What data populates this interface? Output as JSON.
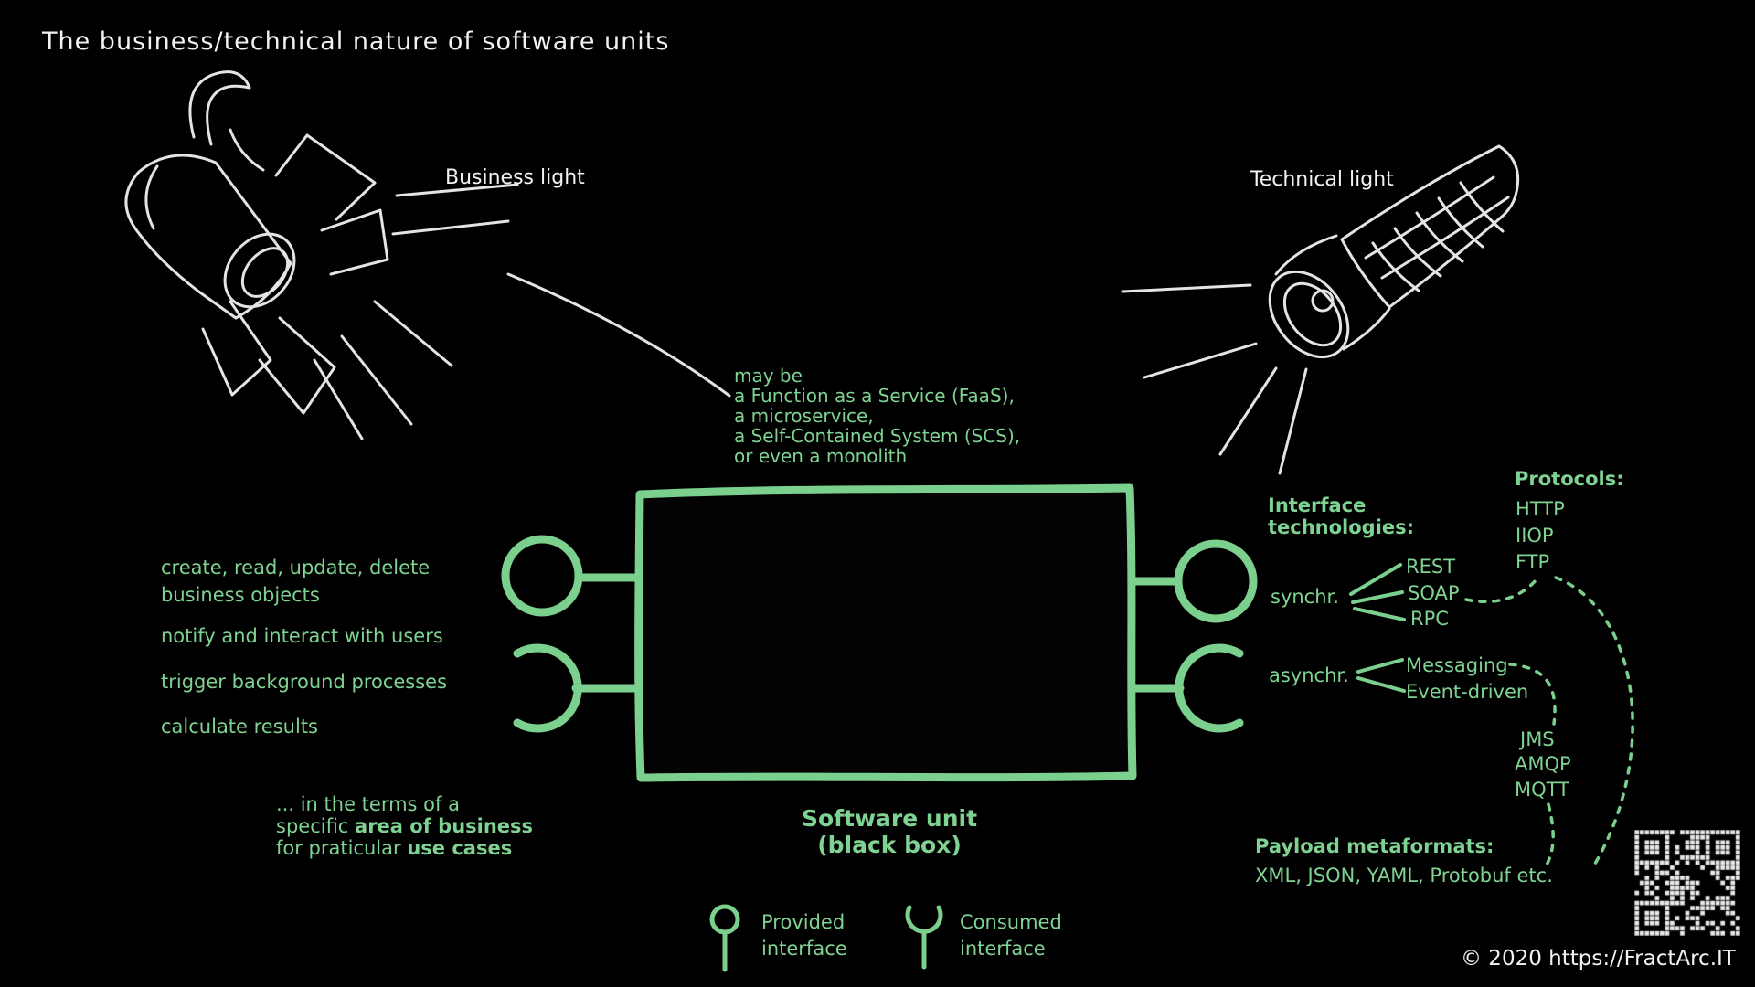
{
  "title": "The business/technical nature of software units",
  "business_light_label": "Business light",
  "technical_light_label": "Technical light",
  "may_be": [
    "may be",
    "a Function as a Service (FaaS),",
    "a microservice,",
    "a Self-Contained System (SCS),",
    "or even a monolith"
  ],
  "capabilities": {
    "item1_line1": "create, read, update, delete",
    "item1_line2": "business objects",
    "item2": "notify and interact with users",
    "item3": "trigger background processes",
    "item4": "calculate results"
  },
  "scope_note": {
    "l1": "... in the terms of a",
    "l2a": "specific ",
    "l2b": "area of business",
    "l3a": "for praticular ",
    "l3b": "use cases"
  },
  "software_unit": {
    "line1": "Software unit",
    "line2": "(black box)"
  },
  "interface_technologies": {
    "heading_l1": "Interface",
    "heading_l2": "technologies:",
    "synchr_label": "synchr.",
    "synchr_items": [
      "REST",
      "SOAP",
      "RPC"
    ],
    "asynchr_label": "asynchr.",
    "asynchr_items": [
      "Messaging",
      "Event-driven"
    ]
  },
  "protocols": {
    "heading": "Protocols:",
    "web_items": [
      "HTTP",
      "IIOP",
      "FTP"
    ],
    "mq_items": [
      "JMS",
      "AMQP",
      "MQTT"
    ]
  },
  "payload_metaformats": {
    "heading": "Payload metaformats:",
    "items": "XML, JSON, YAML, Protobuf etc."
  },
  "legend": {
    "provided_l1": "Provided",
    "provided_l2": "interface",
    "consumed_l1": "Consumed",
    "consumed_l2": "interface"
  },
  "copyright": "© 2020 https://FractArc.IT",
  "icons": {
    "provided_interface": "lollipop-circle",
    "consumed_interface": "open-socket",
    "qr_code": "qr-code"
  },
  "colors": {
    "green": "#7fd392",
    "white": "#f2f2f2",
    "background": "#000000"
  }
}
